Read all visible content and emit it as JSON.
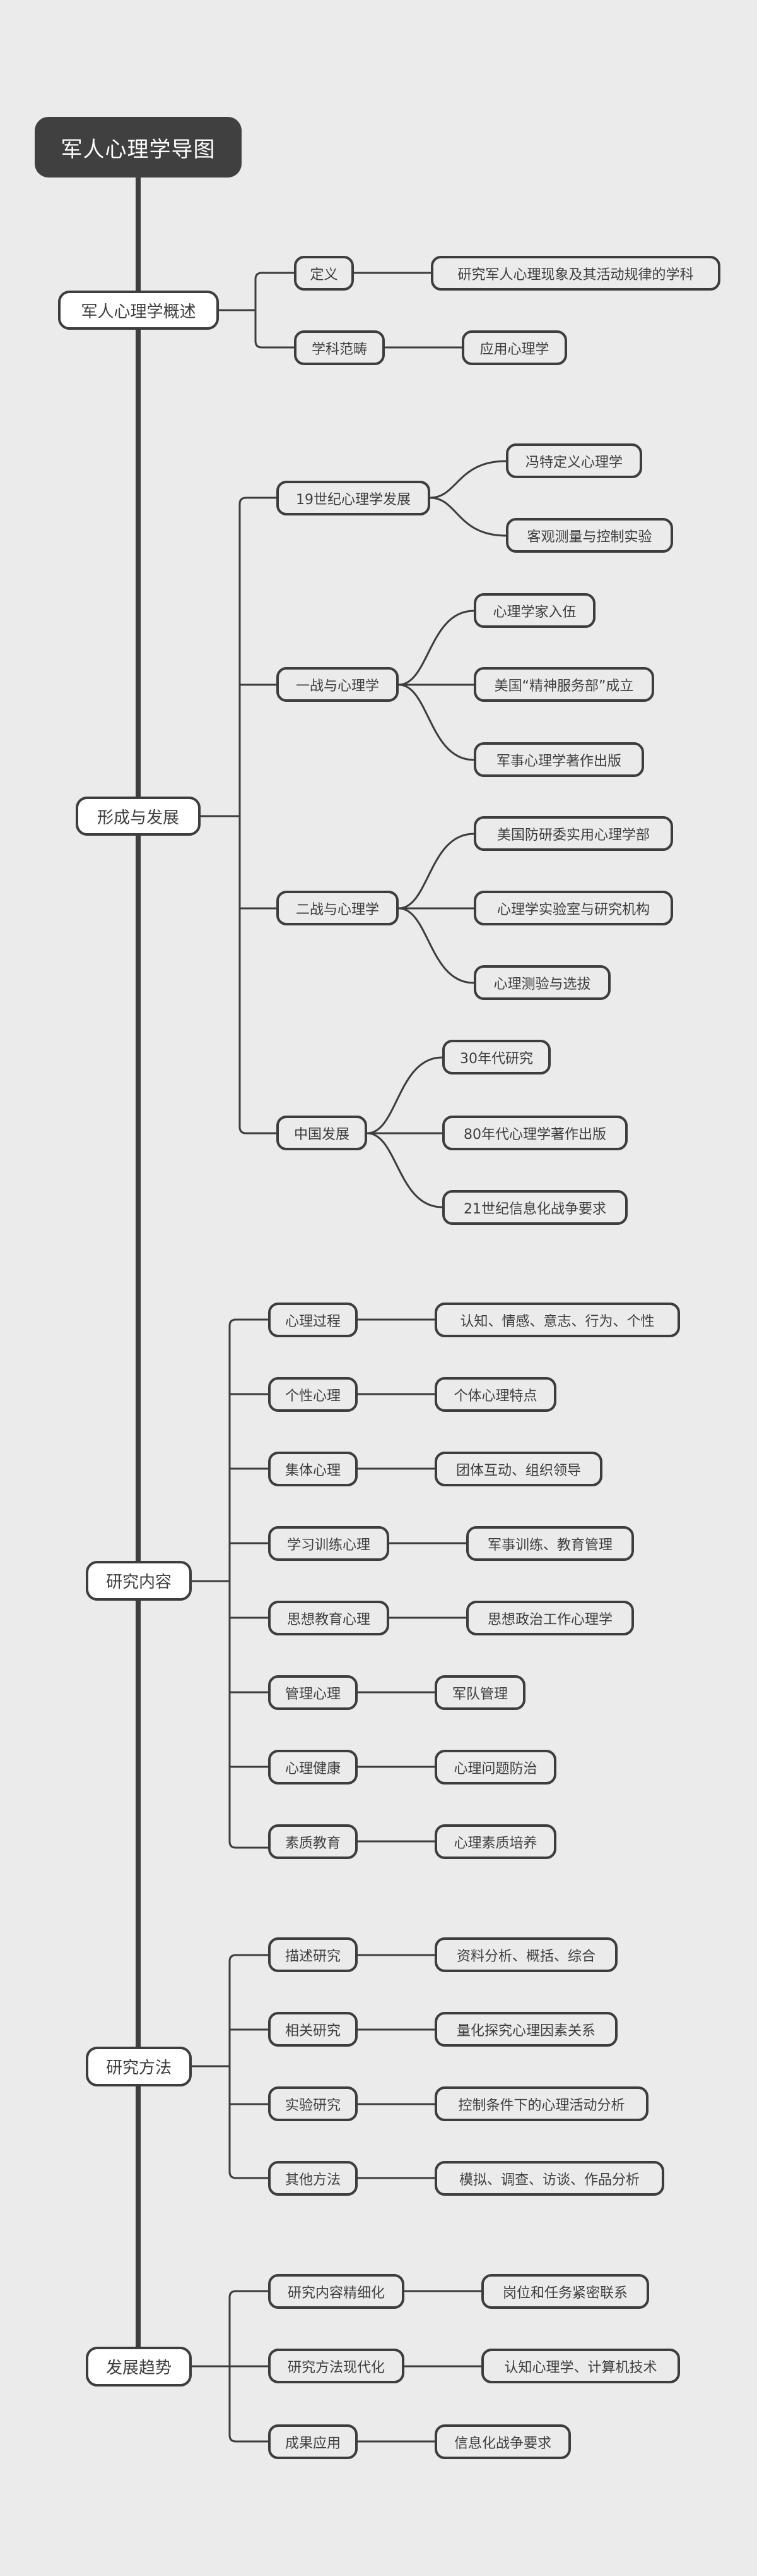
{
  "colors": {
    "background": "#ebebeb",
    "root_fill": "#404040",
    "root_text": "#ffffff",
    "line": "#3d3d3d",
    "l1_fill": "#ffffff",
    "node_fill": "#ebebeb"
  },
  "root": {
    "label": "军人心理学导图"
  },
  "branches": [
    {
      "label": "军人心理学概述",
      "children": [
        {
          "label": "定义",
          "children": [
            {
              "label": "研究军人心理现象及其活动规律的学科"
            }
          ]
        },
        {
          "label": "学科范畴",
          "children": [
            {
              "label": "应用心理学"
            }
          ]
        }
      ]
    },
    {
      "label": "形成与发展",
      "children": [
        {
          "label": "19世纪心理学发展",
          "children": [
            {
              "label": "冯特定义心理学"
            },
            {
              "label": "客观测量与控制实验"
            }
          ]
        },
        {
          "label": "一战与心理学",
          "children": [
            {
              "label": "心理学家入伍"
            },
            {
              "label": "美国“精神服务部”成立"
            },
            {
              "label": "军事心理学著作出版"
            }
          ]
        },
        {
          "label": "二战与心理学",
          "children": [
            {
              "label": "美国防研委实用心理学部"
            },
            {
              "label": "心理学实验室与研究机构"
            },
            {
              "label": "心理测验与选拔"
            }
          ]
        },
        {
          "label": "中国发展",
          "children": [
            {
              "label": "30年代研究"
            },
            {
              "label": "80年代心理学著作出版"
            },
            {
              "label": "21世纪信息化战争要求"
            }
          ]
        }
      ]
    },
    {
      "label": "研究内容",
      "children": [
        {
          "label": "心理过程",
          "children": [
            {
              "label": "认知、情感、意志、行为、个性"
            }
          ]
        },
        {
          "label": "个性心理",
          "children": [
            {
              "label": "个体心理特点"
            }
          ]
        },
        {
          "label": "集体心理",
          "children": [
            {
              "label": "团体互动、组织领导"
            }
          ]
        },
        {
          "label": "学习训练心理",
          "children": [
            {
              "label": "军事训练、教育管理"
            }
          ]
        },
        {
          "label": "思想教育心理",
          "children": [
            {
              "label": "思想政治工作心理学"
            }
          ]
        },
        {
          "label": "管理心理",
          "children": [
            {
              "label": "军队管理"
            }
          ]
        },
        {
          "label": "心理健康",
          "children": [
            {
              "label": "心理问题防治"
            }
          ]
        },
        {
          "label": "素质教育",
          "children": [
            {
              "label": "心理素质培养"
            }
          ]
        }
      ]
    },
    {
      "label": "研究方法",
      "children": [
        {
          "label": "描述研究",
          "children": [
            {
              "label": "资料分析、概括、综合"
            }
          ]
        },
        {
          "label": "相关研究",
          "children": [
            {
              "label": "量化探究心理因素关系"
            }
          ]
        },
        {
          "label": "实验研究",
          "children": [
            {
              "label": "控制条件下的心理活动分析"
            }
          ]
        },
        {
          "label": "其他方法",
          "children": [
            {
              "label": "模拟、调查、访谈、作品分析"
            }
          ]
        }
      ]
    },
    {
      "label": "发展趋势",
      "children": [
        {
          "label": "研究内容精细化",
          "children": [
            {
              "label": "岗位和任务紧密联系"
            }
          ]
        },
        {
          "label": "研究方法现代化",
          "children": [
            {
              "label": "认知心理学、计算机技术"
            }
          ]
        },
        {
          "label": "成果应用",
          "children": [
            {
              "label": "信息化战争要求"
            }
          ]
        }
      ]
    }
  ]
}
